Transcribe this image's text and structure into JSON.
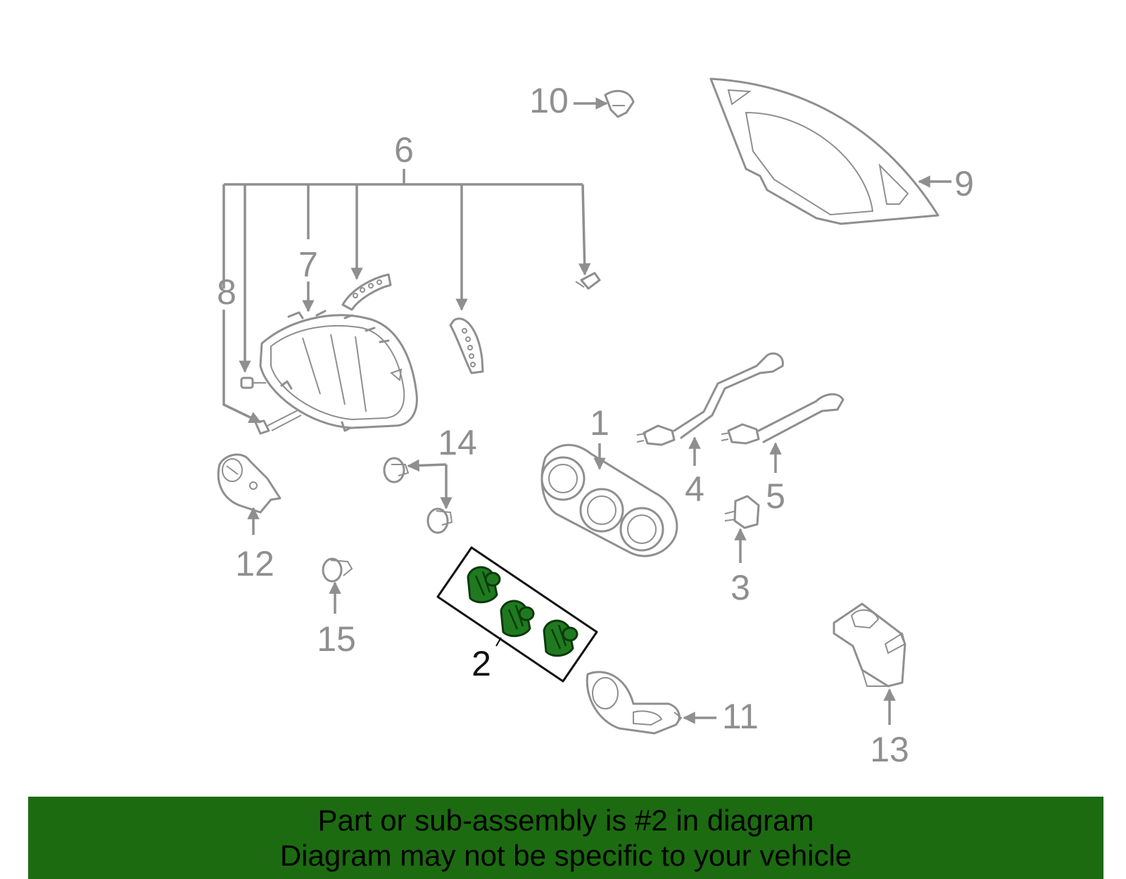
{
  "callouts": {
    "c1": "1",
    "c2": "2",
    "c3": "3",
    "c4": "4",
    "c5": "5",
    "c6": "6",
    "c7": "7",
    "c8": "8",
    "c9": "9",
    "c10": "10",
    "c11": "11",
    "c12": "12",
    "c13": "13",
    "c14": "14",
    "c15": "15"
  },
  "highlight_part": "2",
  "colors": {
    "part_line": "#8f8f8f",
    "highlight_fill": "#1f7a1f",
    "banner_bg": "#1c6b11",
    "banner_text": "#000000"
  },
  "banner": {
    "line1": "Part or sub-assembly is #2 in diagram",
    "line2": "Diagram may not be specific to your vehicle"
  }
}
